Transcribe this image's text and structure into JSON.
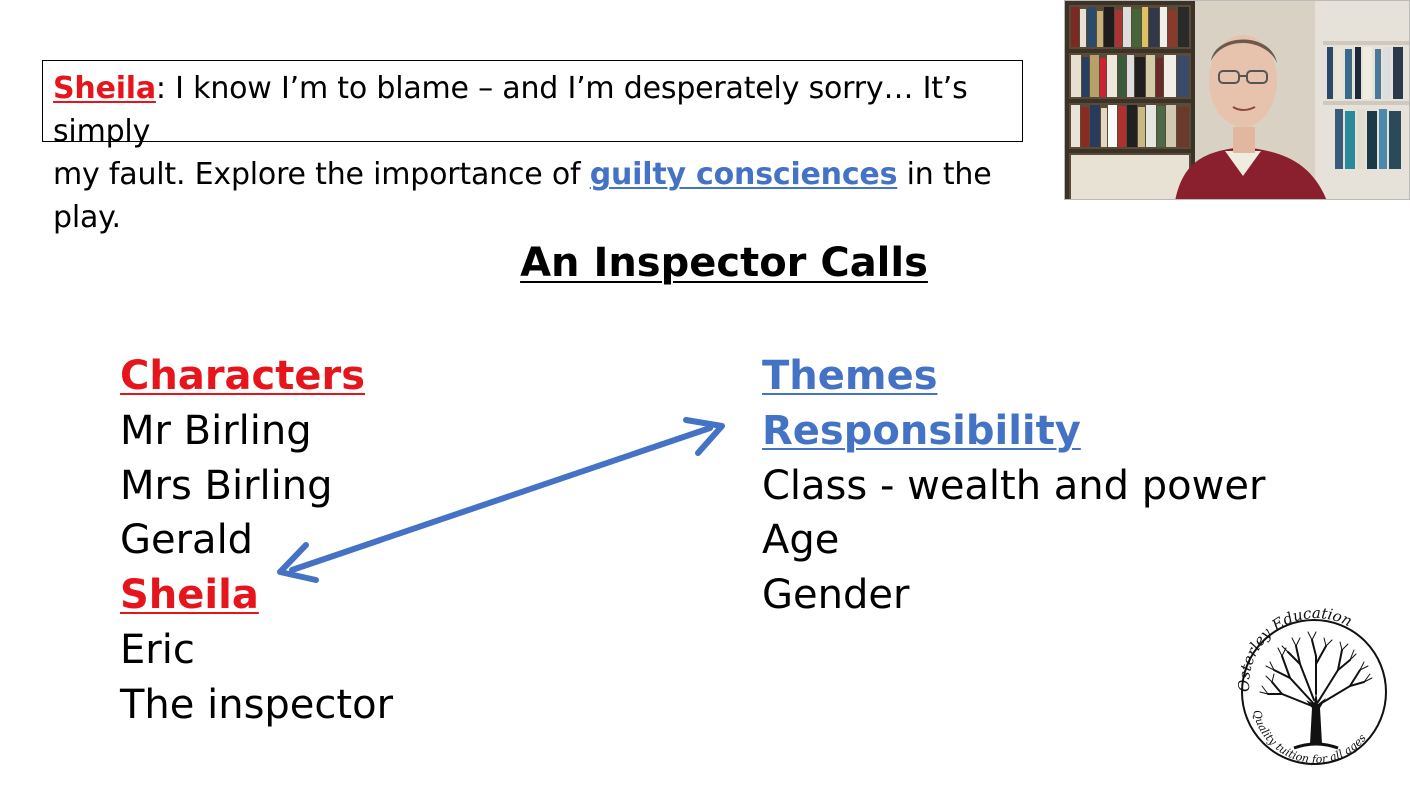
{
  "question": {
    "speaker": "Sheila",
    "line1_rest": ": I know I’m to blame – and I’m desperately sorry… It’s simply",
    "line2_pre": "my fault. Explore the importance of ",
    "keyword": "guilty consciences",
    "line2_post": " in the play."
  },
  "title": "An Inspector Calls",
  "characters": {
    "heading": "Characters",
    "items": [
      "Mr Birling",
      "Mrs Birling",
      "Gerald"
    ],
    "highlighted": "Sheila",
    "items_after": [
      "Eric",
      "The inspector"
    ]
  },
  "themes": {
    "heading": "Themes",
    "highlighted": "Responsibility",
    "items": [
      "Class - wealth and power",
      "Age",
      "Gender"
    ]
  },
  "logo": {
    "text_top_left": "Osterley",
    "text_top_right": "Education",
    "text_bottom": "Quality tuition for all ages"
  },
  "colors": {
    "red": "#e5151b",
    "blue": "#4472c4",
    "arrow": "#4472c4"
  }
}
